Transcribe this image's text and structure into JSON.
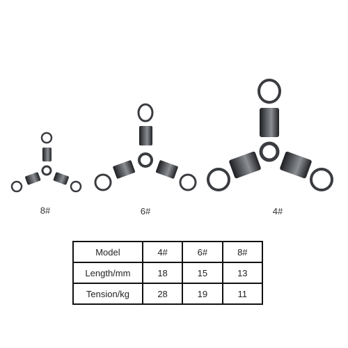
{
  "products": [
    {
      "size": "8#"
    },
    {
      "size": "6#"
    },
    {
      "size": "4#"
    }
  ],
  "table": {
    "rows": [
      {
        "label": "Model",
        "values": [
          "4#",
          "6#",
          "8#"
        ]
      },
      {
        "label": "Length/mm",
        "values": [
          "18",
          "15",
          "13"
        ]
      },
      {
        "label": "Tension/kg",
        "values": [
          "28",
          "19",
          "11"
        ]
      }
    ]
  },
  "colors": {
    "metal_dark": "#2f3135",
    "metal_light": "#8a8d92",
    "border": "#111111"
  }
}
